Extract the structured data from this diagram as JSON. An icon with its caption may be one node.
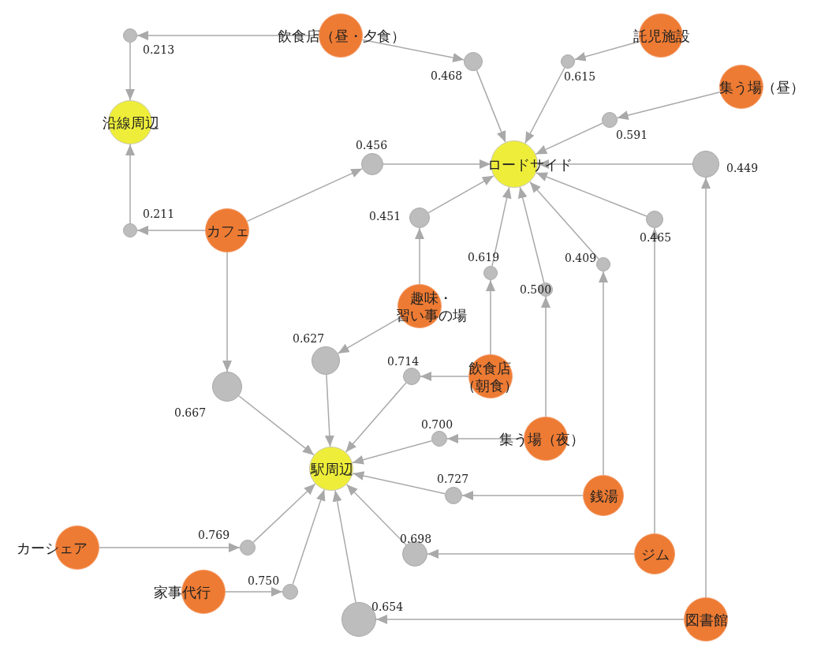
{
  "diagram": {
    "nodes": [
      {
        "text": [
          "飲食店（昼・夕食）"
        ]
      },
      {
        "text": [
          "託児施設"
        ]
      },
      {
        "text": [
          "集う場（昼）"
        ]
      },
      {
        "text": [
          "沿線周辺"
        ]
      },
      {
        "text": [
          "ロードサイド"
        ]
      },
      {
        "text": [
          "カフェ"
        ]
      },
      {
        "text": [
          "趣味・習い事の場"
        ]
      },
      {
        "text": [
          "飲食店（朝食）"
        ]
      },
      {
        "text": [
          "集う場（夜）"
        ]
      },
      {
        "text": [
          "駅周辺"
        ]
      },
      {
        "text": [
          "銭湯"
        ]
      },
      {
        "text": [
          "カーシェア"
        ]
      },
      {
        "text": [
          "ジム"
        ]
      },
      {
        "text": [
          "家事代行"
        ]
      },
      {
        "text": [
          "図書館"
        ]
      },
      {
        "text": [],
        "shape": "circle",
        "beside": [
          "0.213"
        ]
      },
      {
        "text": [],
        "shape": "circle",
        "beside": [
          "0.468"
        ]
      },
      {
        "text": [],
        "shape": "circle",
        "beside": [
          "0.615"
        ]
      },
      {
        "text": [],
        "shape": "circle",
        "beside": [
          "0.591"
        ]
      },
      {
        "text": [],
        "shape": "circle",
        "beside": [
          "0.456"
        ]
      },
      {
        "text": [],
        "shape": "circle",
        "beside": [
          "0.449"
        ]
      },
      {
        "text": [],
        "shape": "circle",
        "beside": [
          "0.211"
        ]
      },
      {
        "text": [],
        "shape": "circle",
        "beside": [
          "0.451"
        ]
      },
      {
        "text": [],
        "shape": "circle",
        "beside": [
          "0.465"
        ]
      },
      {
        "text": [],
        "shape": "circle",
        "beside": [
          "0.619"
        ]
      },
      {
        "text": [],
        "shape": "circle",
        "beside": [
          "0.409"
        ]
      },
      {
        "text": [],
        "shape": "circle",
        "beside": [
          "0.500"
        ]
      },
      {
        "text": [],
        "shape": "circle",
        "beside": [
          "0.667"
        ]
      },
      {
        "text": [],
        "shape": "circle",
        "beside": [
          "0.627"
        ]
      },
      {
        "text": [],
        "shape": "circle",
        "beside": [
          "0.714"
        ]
      },
      {
        "text": [],
        "shape": "circle",
        "beside": [
          "0.700"
        ]
      },
      {
        "text": [],
        "shape": "circle",
        "beside": [
          "0.727"
        ]
      },
      {
        "text": [],
        "shape": "circle",
        "beside": [
          "0.769"
        ]
      },
      {
        "text": [],
        "shape": "circle",
        "beside": [
          "0.750"
        ]
      },
      {
        "text": [],
        "shape": "circle",
        "beside": [
          "0.698"
        ]
      },
      {
        "text": [],
        "shape": "circle",
        "beside": [
          "0.654"
        ]
      }
    ],
    "edges": [
      {
        "from": 0,
        "to": 15,
        "arrow": "to"
      },
      {
        "from": 15,
        "to": 3,
        "arrow": "to"
      },
      {
        "from": 0,
        "to": 16,
        "arrow": "to"
      },
      {
        "from": 16,
        "to": 4,
        "arrow": "to"
      },
      {
        "from": 1,
        "to": 17,
        "arrow": "to"
      },
      {
        "from": 17,
        "to": 4,
        "arrow": "to"
      },
      {
        "from": 2,
        "to": 18,
        "arrow": "to"
      },
      {
        "from": 18,
        "to": 4,
        "arrow": "to"
      },
      {
        "from": 5,
        "to": 19,
        "arrow": "to"
      },
      {
        "from": 19,
        "to": 4,
        "arrow": "to"
      },
      {
        "from": 14,
        "to": 20,
        "arrow": "to"
      },
      {
        "from": 20,
        "to": 4,
        "arrow": "to"
      },
      {
        "from": 5,
        "to": 21,
        "arrow": "to"
      },
      {
        "from": 21,
        "to": 3,
        "arrow": "to"
      },
      {
        "from": 6,
        "to": 22,
        "arrow": "to"
      },
      {
        "from": 22,
        "to": 4,
        "arrow": "to"
      },
      {
        "from": 12,
        "to": 23,
        "arrow": "to"
      },
      {
        "from": 23,
        "to": 4,
        "arrow": "to"
      },
      {
        "from": 7,
        "to": 24,
        "arrow": "to"
      },
      {
        "from": 24,
        "to": 4,
        "arrow": "to"
      },
      {
        "from": 10,
        "to": 25,
        "arrow": "to"
      },
      {
        "from": 25,
        "to": 4,
        "arrow": "to"
      },
      {
        "from": 8,
        "to": 26,
        "arrow": "to"
      },
      {
        "from": 26,
        "to": 4,
        "arrow": "to"
      },
      {
        "from": 5,
        "to": 27,
        "arrow": "to"
      },
      {
        "from": 27,
        "to": 9,
        "arrow": "to"
      },
      {
        "from": 6,
        "to": 28,
        "arrow": "to"
      },
      {
        "from": 28,
        "to": 9,
        "arrow": "to"
      },
      {
        "from": 7,
        "to": 29,
        "arrow": "to"
      },
      {
        "from": 29,
        "to": 9,
        "arrow": "to"
      },
      {
        "from": 8,
        "to": 30,
        "arrow": "to"
      },
      {
        "from": 30,
        "to": 9,
        "arrow": "to"
      },
      {
        "from": 10,
        "to": 31,
        "arrow": "to"
      },
      {
        "from": 31,
        "to": 9,
        "arrow": "to"
      },
      {
        "from": 11,
        "to": 32,
        "arrow": "to"
      },
      {
        "from": 32,
        "to": 9,
        "arrow": "to"
      },
      {
        "from": 13,
        "to": 33,
        "arrow": "to"
      },
      {
        "from": 33,
        "to": 9,
        "arrow": "to"
      },
      {
        "from": 12,
        "to": 34,
        "arrow": "to"
      },
      {
        "from": 34,
        "to": 9,
        "arrow": "to"
      },
      {
        "from": 14,
        "to": 35,
        "arrow": "to"
      },
      {
        "from": 35,
        "to": 9,
        "arrow": "to"
      }
    ]
  }
}
